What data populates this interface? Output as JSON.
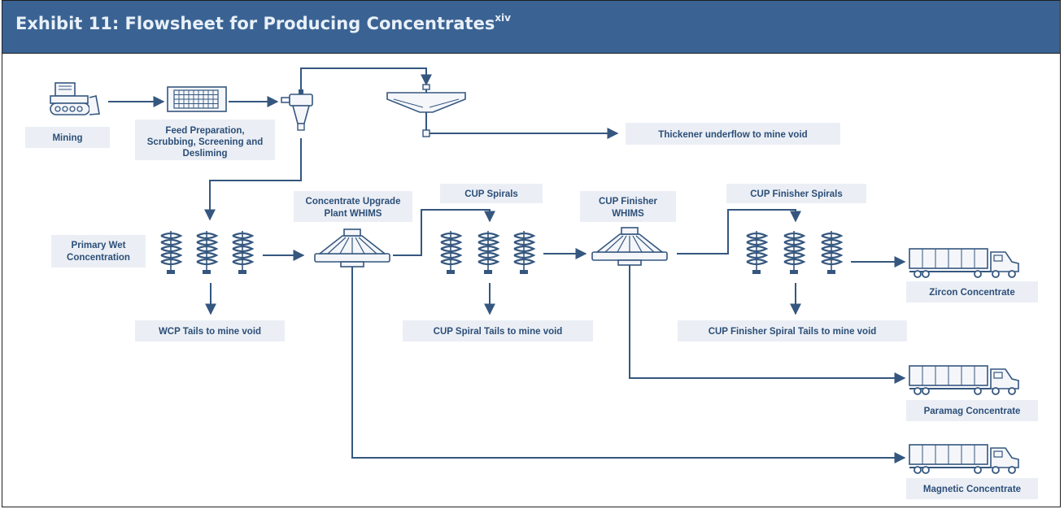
{
  "header": {
    "title": "Exhibit 11: Flowsheet for Producing Concentrates",
    "footnote": "xiv"
  },
  "labels": {
    "mining": "Mining",
    "feed_prep": [
      "Feed Preparation,",
      "Scrubbing, Screening and",
      "Desliming"
    ],
    "thickener": "Thickener underflow to mine void",
    "primary_wet": [
      "Primary Wet",
      "Concentration"
    ],
    "wcp_tails": "WCP Tails to mine void",
    "cup_whims": [
      "Concentrate Upgrade",
      "Plant WHIMS"
    ],
    "cup_spirals": "CUP Spirals",
    "cup_spiral_tails": "CUP Spiral Tails to mine void",
    "cup_finisher_whims": [
      "CUP Finisher",
      "WHIMS"
    ],
    "cup_finisher_spirals": "CUP Finisher Spirals",
    "cup_finisher_tails": "CUP Finisher Spiral Tails to mine void",
    "zircon": "Zircon Concentrate",
    "paramag": "Paramag Concentrate",
    "magnetic": "Magnetic Concentrate"
  },
  "icons": {
    "mining": "bulldozer-icon",
    "feed_prep": "screen-icon",
    "cyclone": "hydrocyclone-icon",
    "thickener": "thickener-icon",
    "spirals": "spiral-concentrator-icon",
    "whims": "whims-separator-icon",
    "truck": "truck-icon"
  },
  "colors": {
    "header_bg": "#3a6393",
    "header_text": "#e9f0f8",
    "diagram_line": "#35577f",
    "label_text": "#2c4e78",
    "label_box": "#ebeff5"
  }
}
